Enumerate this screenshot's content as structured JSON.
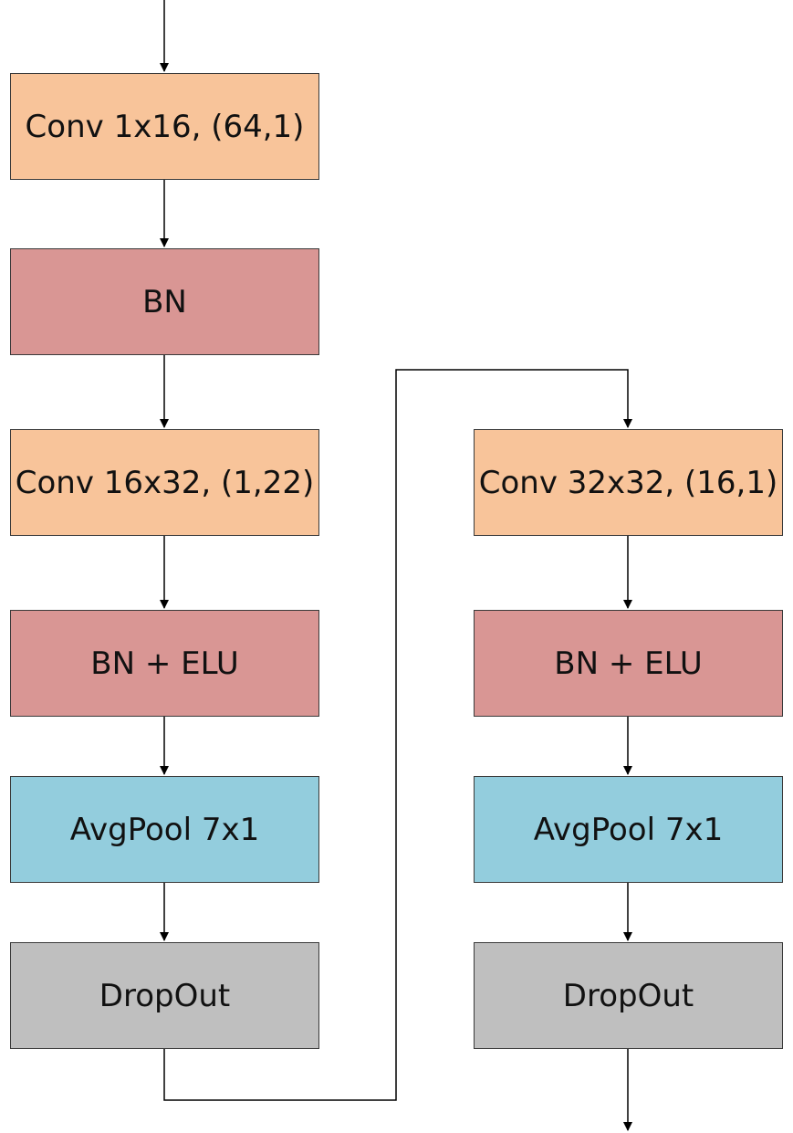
{
  "diagram": {
    "left_column": [
      {
        "label": "Conv 1x16, (64,1)",
        "kind": "conv",
        "color": "#f8c49a"
      },
      {
        "label": "BN",
        "kind": "bn",
        "color": "#d99694"
      },
      {
        "label": "Conv 16x32, (1,22)",
        "kind": "conv",
        "color": "#f8c49a"
      },
      {
        "label": "BN + ELU",
        "kind": "bn",
        "color": "#d99694"
      },
      {
        "label": "AvgPool 7x1",
        "kind": "pool",
        "color": "#93cddd"
      },
      {
        "label": "DropOut",
        "kind": "dropout",
        "color": "#bfbfbf"
      }
    ],
    "right_column": [
      {
        "label": "Conv 32x32, (16,1)",
        "kind": "conv",
        "color": "#f8c49a"
      },
      {
        "label": "BN + ELU",
        "kind": "bn",
        "color": "#d99694"
      },
      {
        "label": "AvgPool 7x1",
        "kind": "pool",
        "color": "#93cddd"
      },
      {
        "label": "DropOut",
        "kind": "dropout",
        "color": "#bfbfbf"
      }
    ]
  }
}
